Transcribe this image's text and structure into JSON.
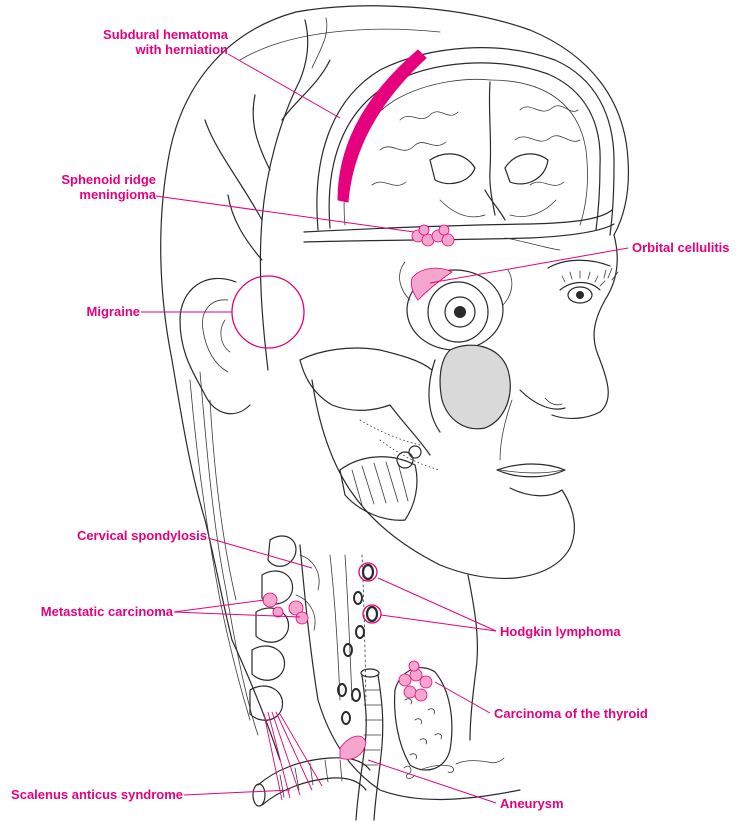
{
  "colors": {
    "accent": "#e6007e",
    "ink": "#2a2a2a",
    "background": "#ffffff"
  },
  "labels": {
    "subdural": [
      "Subdural hematoma",
      "with herniation"
    ],
    "sphenoid": [
      "Sphenoid ridge",
      "meningioma"
    ],
    "orbital": "Orbital cellulitis",
    "migraine": "Migraine",
    "cervical": "Cervical spondylosis",
    "metastatic": "Metastatic carcinoma",
    "hodgkin": "Hodgkin lymphoma",
    "thyroid": "Carcinoma of the thyroid",
    "scalenus": "Scalenus anticus syndrome",
    "aneurysm": "Aneurysm"
  }
}
